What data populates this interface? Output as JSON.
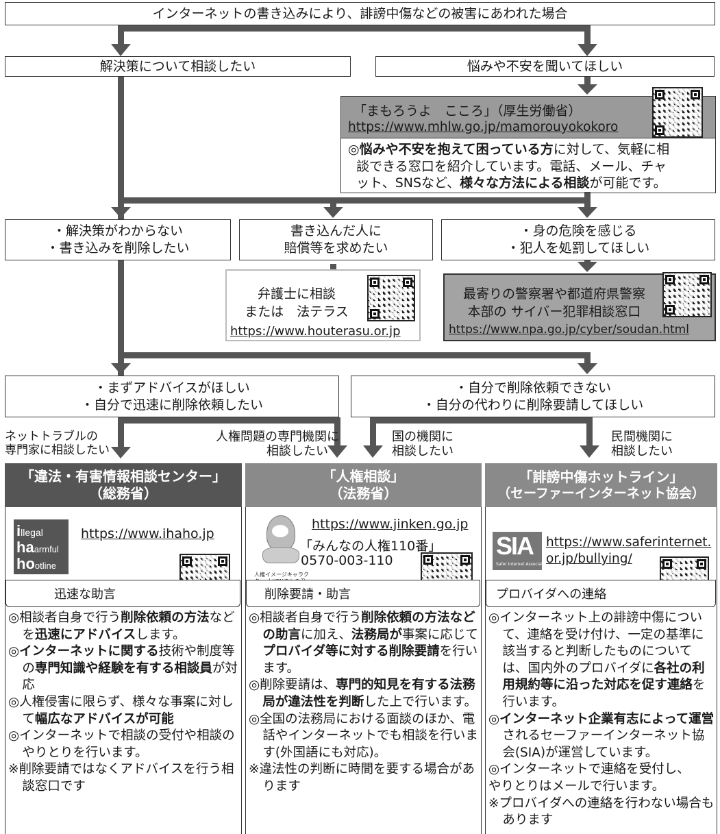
{
  "top": {
    "title": "インターネットの書き込みにより、誹謗中傷などの被害にあわれた場合"
  },
  "branch": {
    "left": "解決策について相談したい",
    "right": "悩みや不安を聞いてほしい"
  },
  "mamorouyo": {
    "title": "「まもろうよ　こころ」（厚生労働省）",
    "url": "https://www.mhlw.go.jp/mamorouyokokoro",
    "desc1": "◎",
    "desc_bold1": "悩みや不安を抱えて困っている方",
    "desc2": "に対して、気軽に相",
    "desc3": "談できる窓口を紹介しています。電話、メール、チャ",
    "desc4": "ット、SNSなど、",
    "desc_bold2": "様々な方法による相談",
    "desc5": "が可能です。"
  },
  "row2": {
    "a_line1": "・解決策がわからない",
    "a_line2": "・書き込みを削除したい",
    "b_line1": "書き込んだ人に",
    "b_line2": "賠償等を求めたい",
    "c_line1": "・身の危険を感じる",
    "c_line2": "・犯人を処罰してほしい"
  },
  "lawyer": {
    "line1": "弁護士に相談",
    "line2": "または　法テラス",
    "url": "https://www.houterasu.or.jp"
  },
  "police": {
    "line1": "最寄りの警察署や都道府県警察",
    "line2": "本部の サイバー犯罪相談窓口",
    "url": "https://www.npa.go.jp/cyber/soudan.html"
  },
  "row3": {
    "a_line1": "・まずアドバイスがほしい",
    "a_line2": "・自分で迅速に削除依頼したい",
    "b_line1": "・自分で削除依頼できない",
    "b_line2": "・自分の代わりに削除要請してほしい"
  },
  "labels": {
    "l1a": "ネットトラブルの",
    "l1b": "専門家に相談したい",
    "l2a": "人権問題の専門機関に",
    "l2b": "相談したい",
    "l3a": "国の機関に",
    "l3b": "相談したい",
    "l4a": "民間機関に",
    "l4b": "相談したい"
  },
  "col1": {
    "head1": "「違法・有害情報相談センター」",
    "head2": "（総務省）",
    "logo1": "llegal",
    "logo2": "armful",
    "logo3": "otline",
    "logo_l1": "i",
    "logo_l2": "ha",
    "logo_l3": "ho",
    "url": "https://www.ihaho.jp",
    "tag": "迅速な助言",
    "n1a": "◎相談者自身で行う",
    "n1b": "削除依頼の方法",
    "n1c": "などを",
    "n1d": "迅速にアドバイス",
    "n1e": "します。",
    "n2a": "◎",
    "n2b": "インターネットに関する",
    "n2c": "技術や制度等の",
    "n2d": "専門知識や経験を有する相談員",
    "n2e": "が対応",
    "n3a": "◎人権侵害に限らず、様々な事案に対して",
    "n3b": "幅広なアドバイスが可能",
    "n4": "◎インターネットで相談の受付や相談のやりとりを行います。",
    "n5": "※削除要請ではなくアドバイスを行う相談窓口です"
  },
  "col2": {
    "head1": "「人権相談」",
    "head2": "（法務省）",
    "url": "https://www.jinken.go.jp",
    "line1": "「みんなの人権110番」",
    "phone": "0570-003-110",
    "mascot_caption": "人権イメージキャラクター 人KENまもる君",
    "tag": "削除要請・助言",
    "n1a": "◎相談者自身で行う",
    "n1b": "削除依頼の方法などの助言",
    "n1c": "に加え、",
    "n1d": "法務局が",
    "n1e": "事案に応じて",
    "n1f": "プロバイダ等に対する削除要請",
    "n1g": "を行います。",
    "n2a": "◎削除要請は、",
    "n2b": "専門的知見を有する法務局が違法性を判断",
    "n2c": "した上で行います。",
    "n3": "◎全国の法務局における面談のほか、電話やインターネットでも相談を行います(外国語にも対応)。",
    "n4": "※違法性の判断に時間を要する場合があります"
  },
  "col3": {
    "head1": "「誹謗中傷ホットライン」",
    "head2": "（セーファーインターネット協会）",
    "logo": "SIA",
    "logo_sub": "Safer Internet Association",
    "url1": "https://www.saferinternet.",
    "url2": "or.jp/bullying/",
    "tag": "プロバイダへの連絡",
    "n1a": "◎インターネット上の誹謗中傷について、連絡を受け付け、一定の基準に該当すると判断したものについては、国内外のプロバイダに",
    "n1b": "各社の利用規約等に沿った対応を促す連絡",
    "n1c": "を行います。",
    "n2a": "◎",
    "n2b": "インターネット企業有志によって運営",
    "n2c": "されるセーファーインターネット協会(SIA)が運営しています。",
    "n3a": "◎インターネットで連絡を受付し、",
    "n3b": "やりとりはメールで行います。",
    "n4": "※プロバイダへの連絡を行わない場合もあります"
  },
  "colors": {
    "dark": "#555555",
    "mid": "#8a8a8a",
    "arrow": "#555555",
    "panel": "#9a9a9a"
  }
}
